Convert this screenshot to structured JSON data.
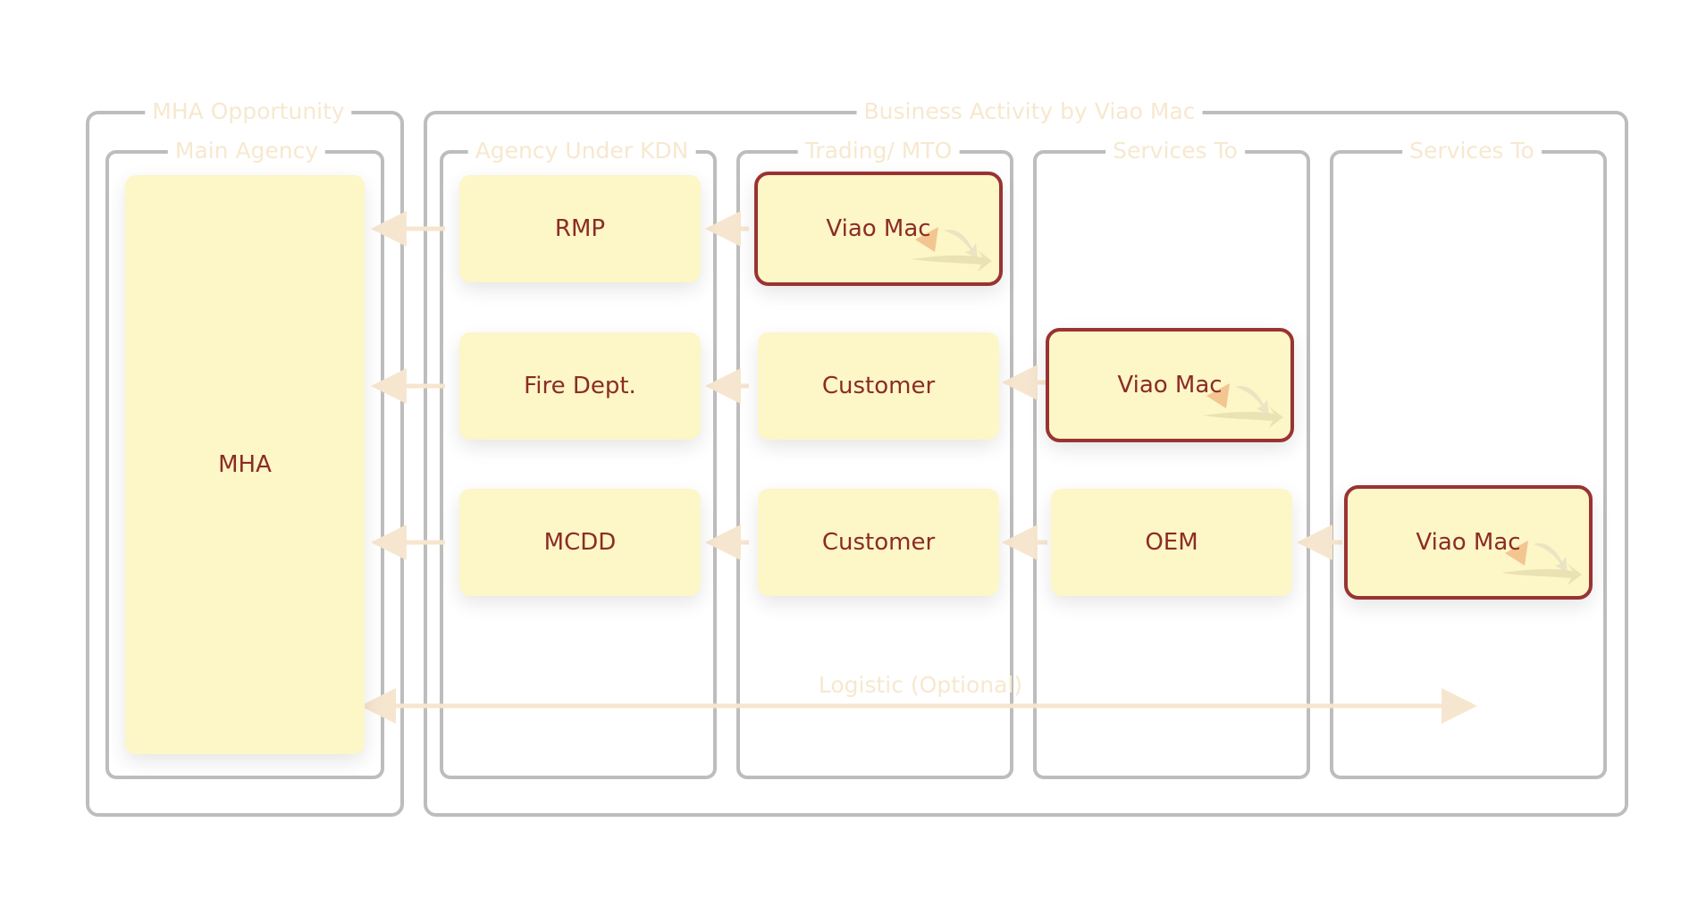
{
  "groups": {
    "opportunity": {
      "title": "MHA Opportunity"
    },
    "business": {
      "title": "Business Activity by Viao Mac"
    }
  },
  "lanes": {
    "main_agency": {
      "title": "Main Agency"
    },
    "agency_under_kdn": {
      "title": "Agency Under KDN"
    },
    "trading_mto": {
      "title": "Trading/ MTO"
    },
    "services_to_1": {
      "title": "Services To"
    },
    "services_to_2": {
      "title": "Services To"
    }
  },
  "nodes": {
    "mha": "MHA",
    "rmp": "RMP",
    "fire_dept": "Fire Dept.",
    "mcdd": "MCDD",
    "viao_mac_trading": "Viao Mac",
    "customer_1": "Customer",
    "customer_2": "Customer",
    "viao_mac_services_1": "Viao Mac",
    "oem": "OEM",
    "viao_mac_services_2": "Viao Mac"
  },
  "edges": {
    "logistic_label": "Logistic (Optional)"
  },
  "colors": {
    "node_fill": "#fdf6c7",
    "node_text": "#8b2c25",
    "highlight_border": "#993333",
    "frame_border": "#bdbdbd",
    "faded_label": "#f7e8cf",
    "arrow": "#f7e6cf"
  },
  "icons": {
    "viao_mac_logo": "viao-mac-logo-icon"
  }
}
